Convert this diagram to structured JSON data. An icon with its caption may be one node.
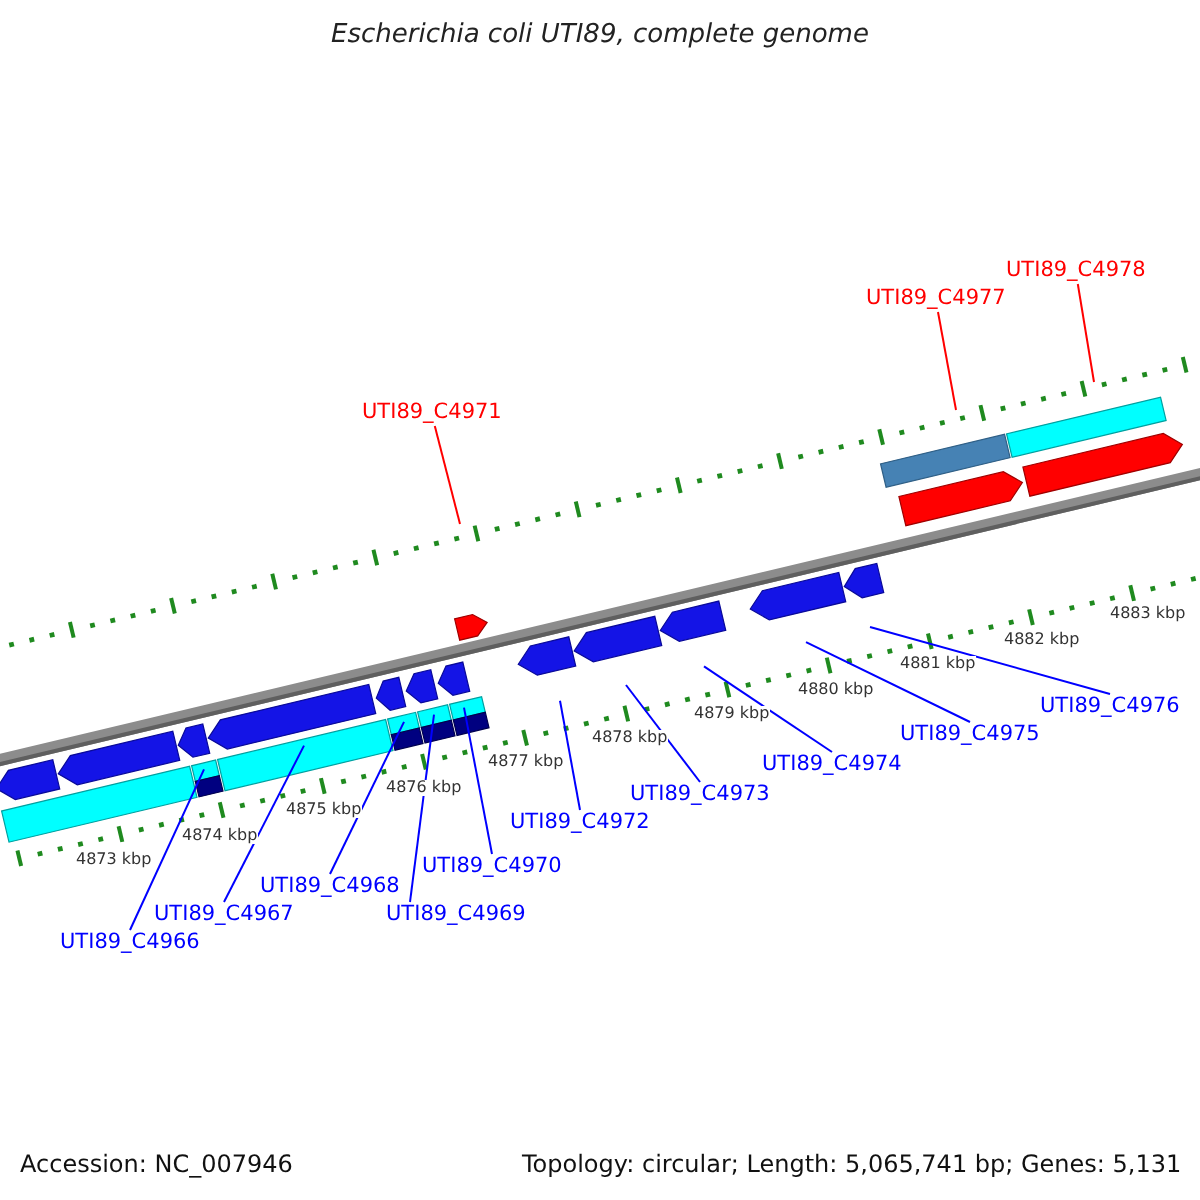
{
  "diagram": {
    "title": "Escherichia coli UTI89, complete genome",
    "nodes": [
      {
        "text": [
          "UTI89_C4966"
        ]
      },
      {
        "text": [
          "UTI89_C4967"
        ]
      },
      {
        "text": [
          "UTI89_C4968"
        ]
      },
      {
        "text": [
          "UTI89_C4969"
        ]
      },
      {
        "text": [
          "UTI89_C4970"
        ]
      },
      {
        "text": [
          "UTI89_C4971"
        ]
      },
      {
        "text": [
          "UTI89_C4972"
        ]
      },
      {
        "text": [
          "UTI89_C4973"
        ]
      },
      {
        "text": [
          "UTI89_C4974"
        ]
      },
      {
        "text": [
          "UTI89_C4975"
        ]
      },
      {
        "text": [
          "UTI89_C4976"
        ]
      },
      {
        "text": [
          "UTI89_C4977"
        ]
      },
      {
        "text": [
          "UTI89_C4978"
        ]
      }
    ],
    "edges": [
      {
        "from": 0,
        "to": null,
        "arrow": "none"
      },
      {
        "from": 1,
        "to": null,
        "arrow": "none"
      },
      {
        "from": 2,
        "to": null,
        "arrow": "none"
      },
      {
        "from": 3,
        "to": null,
        "arrow": "none"
      },
      {
        "from": 4,
        "to": null,
        "arrow": "none"
      },
      {
        "from": 5,
        "to": null,
        "arrow": "none",
        "color": "#ff0000"
      },
      {
        "from": 6,
        "to": null,
        "arrow": "none"
      },
      {
        "from": 7,
        "to": null,
        "arrow": "none"
      },
      {
        "from": 8,
        "to": null,
        "arrow": "none"
      },
      {
        "from": 9,
        "to": null,
        "arrow": "none"
      },
      {
        "from": 10,
        "to": null,
        "arrow": "none"
      },
      {
        "from": 11,
        "to": null,
        "arrow": "none",
        "color": "#ff0000"
      },
      {
        "from": 12,
        "to": null,
        "arrow": "none",
        "color": "#ff0000"
      }
    ],
    "labels": [
      "4873 kbp",
      "4874 kbp",
      "4875 kbp",
      "4876 kbp",
      "4877 kbp",
      "4878 kbp",
      "4879 kbp",
      "4880 kbp",
      "4881 kbp",
      "4882 kbp",
      "4883 kbp",
      "Accession: NC_007946",
      "Topology: circular; Length: 5,065,741 bp; Genes: 5,131"
    ]
  }
}
